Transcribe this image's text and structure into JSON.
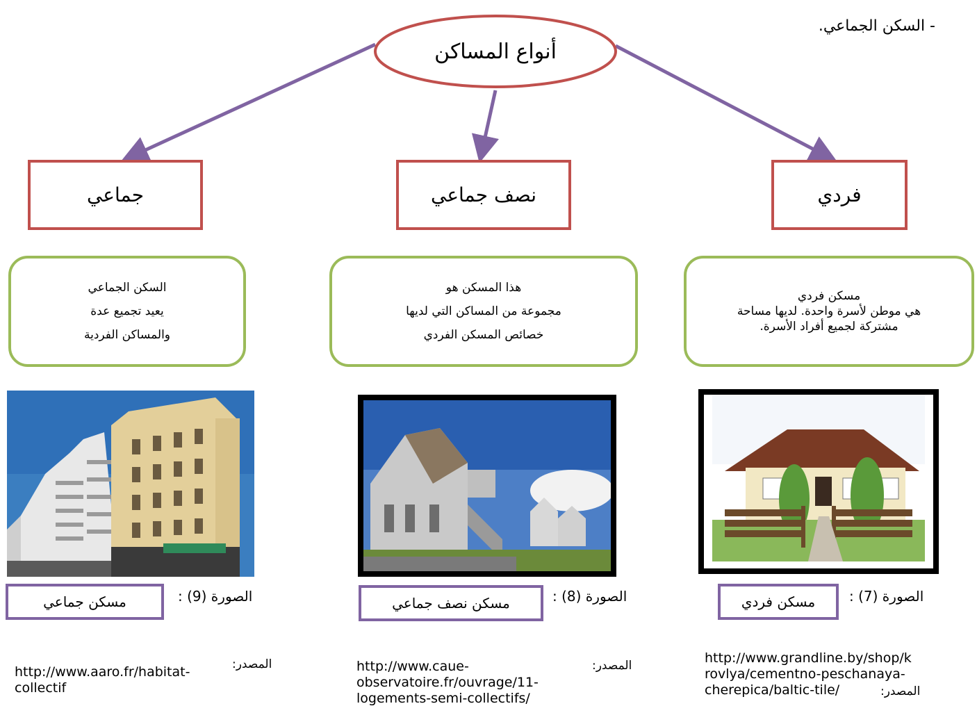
{
  "top_note": {
    "line1": "",
    "line2": "- السكن الجماعي."
  },
  "root": {
    "label": "أنواع المساكن"
  },
  "categories": {
    "individual": "فردي",
    "semi_collective": "نصف جماعي",
    "collective": "جماعي"
  },
  "descriptions": {
    "individual": [
      "مسكن فردي",
      "هي موطن لأسرة واحدة. لديها مساحة",
      "مشتركة لجميع أفراد الأسرة."
    ],
    "semi_collective": [
      "هذا المسكن هو",
      "مجموعة من المساكن التي لديها",
      "خصائص المسكن الفردي"
    ],
    "collective": [
      "السكن الجماعي",
      "يعيد تجميع عدة",
      "والمساكن الفردية"
    ]
  },
  "captions": {
    "individual": {
      "label": "الصورة (7) :",
      "box": "مسكن فردي"
    },
    "semi_collective": {
      "label": "الصورة (8) :",
      "box": "مسكن نصف جماعي"
    },
    "collective": {
      "label": "الصورة (9) :",
      "box": "مسكن جماعي"
    }
  },
  "sources": {
    "label": "المصدر:",
    "individual": [
      "http://www.grandline.by/shop/k",
      "rovlya/cementno-peschanaya-",
      "cherepica/baltic-tile/"
    ],
    "semi_collective": [
      "http://www.caue-",
      "observatoire.fr/ouvrage/11-",
      "logements-semi-collectifs/"
    ],
    "collective": [
      "http://www.aaro.fr/habitat-",
      "collectif"
    ]
  },
  "colors": {
    "ellipse_border": "#c0504d",
    "category_border": "#c0504d",
    "description_border": "#9bbb59",
    "caption_border": "#8064a2",
    "arrow": "#8064a2"
  }
}
